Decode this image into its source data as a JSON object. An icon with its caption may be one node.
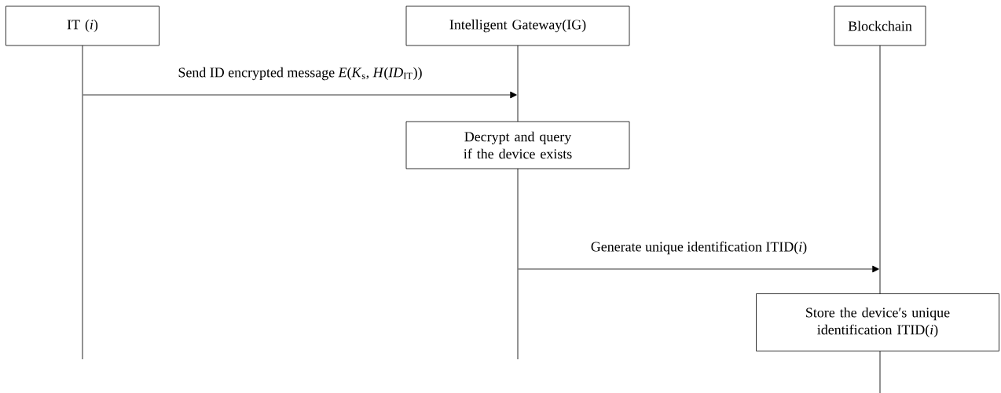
{
  "diagram": {
    "nodes": [
      {
        "text": [
          "IT (*i*)"
        ]
      },
      {
        "text": [
          "Intelligent Gateway(IG)"
        ]
      },
      {
        "text": [
          "Blockchain"
        ]
      },
      {
        "text": [
          "Decrypt and query if the device exists"
        ]
      },
      {
        "text": [
          "Store the device′s unique identification ITID(*i*)"
        ]
      },
      {
        "text": [],
        "shape": "line"
      },
      {
        "text": [],
        "shape": "line"
      },
      {
        "text": [],
        "shape": "line"
      },
      {
        "text": [],
        "shape": "line"
      },
      {
        "text": [],
        "shape": "line"
      }
    ],
    "edges": [
      {
        "from": 5,
        "to": 6,
        "arrow": "to",
        "label": "Send ID encrypted message *E*(*K*$_{s}$, *H*(*ID*$_{IT}$))"
      },
      {
        "from": 7,
        "to": 8,
        "arrow": "to",
        "label": "Generate unique identification ITID(*i*)"
      }
    ]
  }
}
